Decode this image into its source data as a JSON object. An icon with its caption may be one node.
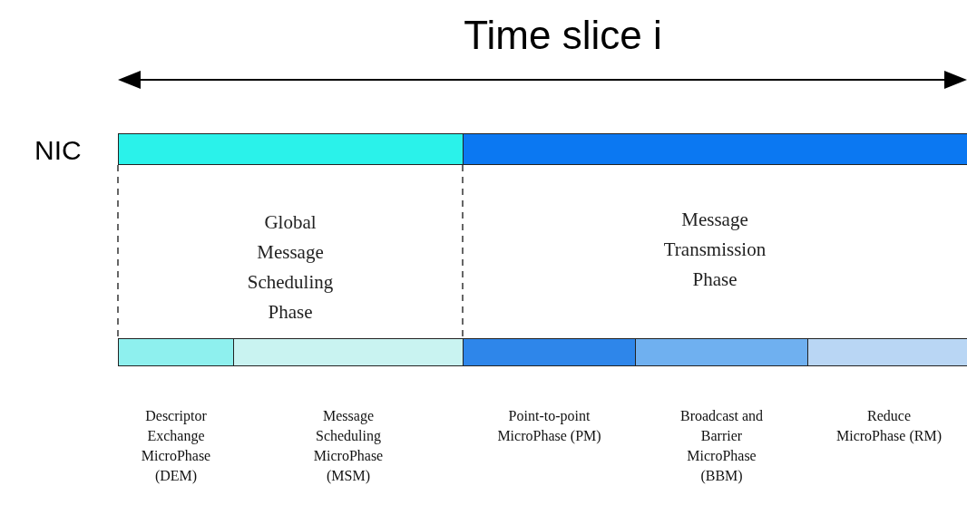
{
  "diagram": {
    "title": "Time slice i",
    "nodes": [
      {
        "text": [],
        "shape": "bar"
      },
      {
        "text": [],
        "shape": "bar"
      },
      {
        "text": [
          "Global Message Scheduling Phase"
        ]
      },
      {
        "text": [
          "Message Transmission Phase"
        ]
      },
      {
        "text": [],
        "shape": "bar",
        "beside": [
          "Descriptor Exchange MicroPhase (DEM)"
        ]
      },
      {
        "text": [],
        "shape": "bar",
        "beside": [
          "Message Scheduling MicroPhase (MSM)"
        ]
      },
      {
        "text": [],
        "shape": "bar",
        "beside": [
          "Point-to-point MicroPhase (PM)"
        ]
      },
      {
        "text": [],
        "shape": "bar",
        "beside": [
          "Broadcast and Barrier MicroPhase (BBM)"
        ]
      },
      {
        "text": [],
        "shape": "bar",
        "beside": [
          "Reduce MicroPhase (RM)"
        ]
      }
    ],
    "edges": [],
    "labels": [
      "NIC"
    ]
  }
}
